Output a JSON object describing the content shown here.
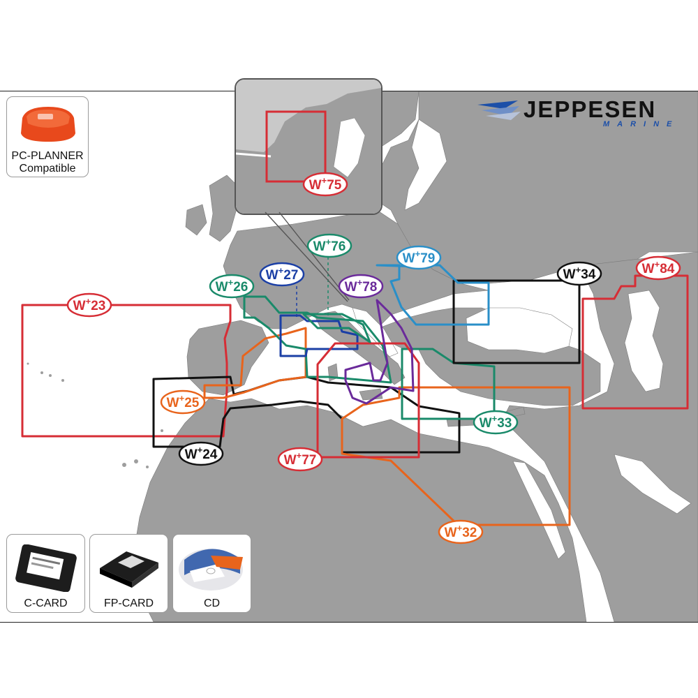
{
  "brand": {
    "name": "JEPPESEN",
    "sub": "MARINE",
    "color": "#1c4fa8"
  },
  "pc_planner": {
    "line1": "PC-PLANNER",
    "line2": "Compatible"
  },
  "media": [
    {
      "label": "C-CARD"
    },
    {
      "label": "FP-CARD"
    },
    {
      "label": "CD"
    }
  ],
  "zones": [
    {
      "id": "w23",
      "prefix": "W",
      "sup": "+",
      "number": "23",
      "color": "#d62d35"
    },
    {
      "id": "w24",
      "prefix": "W",
      "sup": "+",
      "number": "24",
      "color": "#111111"
    },
    {
      "id": "w25",
      "prefix": "W",
      "sup": "+",
      "number": "25",
      "color": "#e8641c"
    },
    {
      "id": "w26",
      "prefix": "W",
      "sup": "+",
      "number": "26",
      "color": "#1a8a6a"
    },
    {
      "id": "w27",
      "prefix": "W",
      "sup": "+",
      "number": "27",
      "color": "#1b3fa5"
    },
    {
      "id": "w32",
      "prefix": "W",
      "sup": "+",
      "number": "32",
      "color": "#e8641c"
    },
    {
      "id": "w33",
      "prefix": "W",
      "sup": "+",
      "number": "33",
      "color": "#1a8a6a"
    },
    {
      "id": "w34",
      "prefix": "W",
      "sup": "+",
      "number": "34",
      "color": "#111111"
    },
    {
      "id": "w75",
      "prefix": "W",
      "sup": "+",
      "number": "75",
      "color": "#d62d35"
    },
    {
      "id": "w76",
      "prefix": "W",
      "sup": "+",
      "number": "76",
      "color": "#1a8a6a"
    },
    {
      "id": "w77",
      "prefix": "W",
      "sup": "+",
      "number": "77",
      "color": "#d62d35"
    },
    {
      "id": "w78",
      "prefix": "W",
      "sup": "+",
      "number": "78",
      "color": "#6a2a9a"
    },
    {
      "id": "w79",
      "prefix": "W",
      "sup": "+",
      "number": "79",
      "color": "#2a8fc8"
    },
    {
      "id": "w84",
      "prefix": "W",
      "sup": "+",
      "number": "84",
      "color": "#d62d35"
    }
  ],
  "colors": {
    "land": "#9e9e9e",
    "sea": "#ffffff",
    "inset_bg": "#c9c9c9"
  }
}
